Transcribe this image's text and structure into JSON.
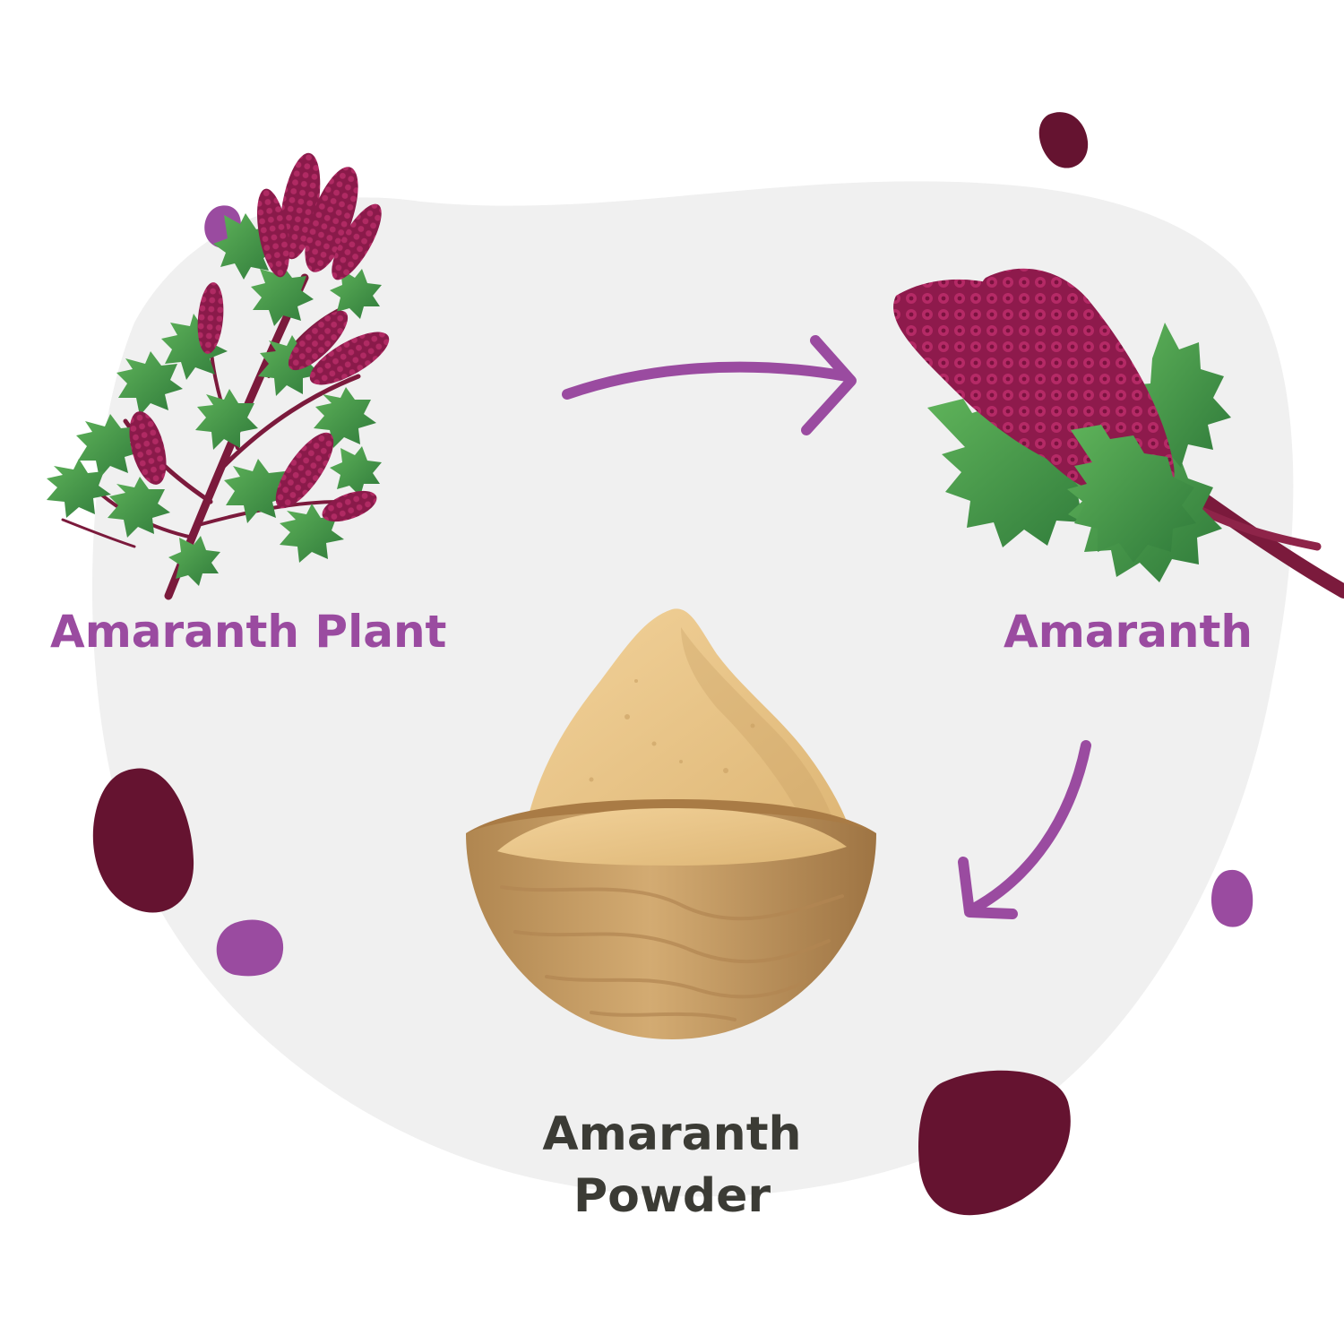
{
  "colors": {
    "background": "#ffffff",
    "blob": "#f0f0f0",
    "arrow": "#9a4ba0",
    "label_purple": "#9a4ba0",
    "label_dark": "#3b3b35",
    "seed_dark": "#651330",
    "seed_purple": "#9a4ba0",
    "leaf": "#4b9a48",
    "flower": "#9b1f55",
    "stem": "#7b1a3c",
    "powder": "#e8c486",
    "bowl": "#c49a62"
  },
  "labels": {
    "plant": "Amaranth Plant",
    "grain": "Amaranth",
    "powder_line1": "Amaranth",
    "powder_line2": "Powder"
  },
  "icons": [
    "amaranth-plant-icon",
    "amaranth-flower-icon",
    "powder-bowl-icon",
    "arrow-icon",
    "seed-icon"
  ]
}
